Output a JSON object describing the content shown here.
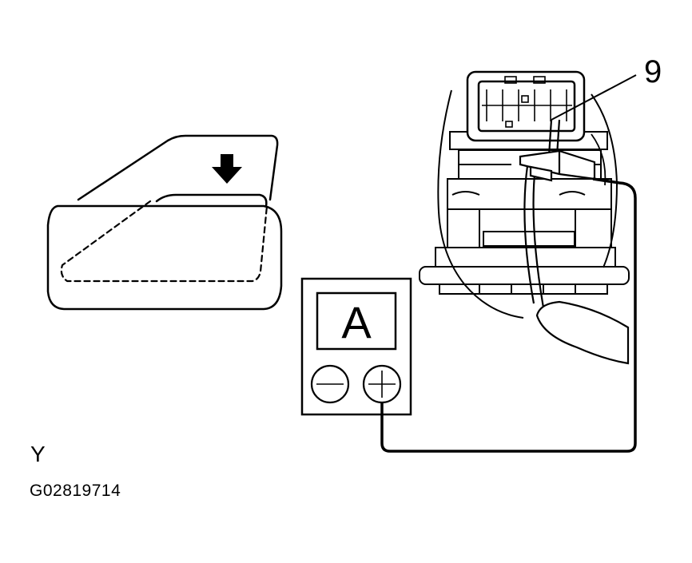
{
  "figure": {
    "callout_number": "9",
    "view_label": "Y",
    "figure_code": "G02819714",
    "meter": {
      "display_letter": "A",
      "negative_terminal_icon": "minus-terminal-icon",
      "positive_terminal_icon": "plus-terminal-icon"
    },
    "icons": [
      "press-down-arrow-icon",
      "mirror-switch-icon",
      "connector-icon",
      "ammeter-icon"
    ],
    "colors": {
      "line": "#000000",
      "background": "#ffffff"
    }
  }
}
